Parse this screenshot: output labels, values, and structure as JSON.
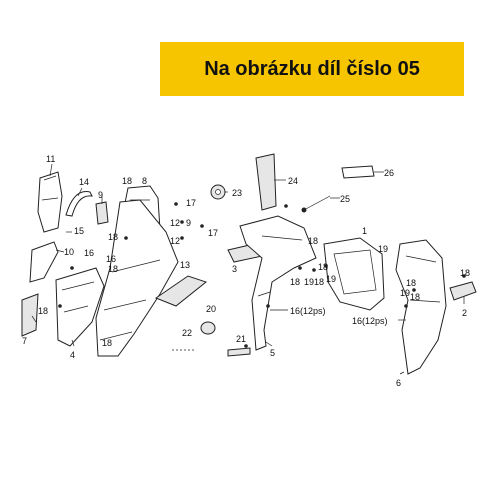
{
  "banner": {
    "text": "Na obrázku díl číslo 05",
    "color": "#f7c400"
  },
  "callouts": [
    {
      "id": "c11",
      "text": "11"
    },
    {
      "id": "c14",
      "text": "14"
    },
    {
      "id": "c9",
      "text": "9"
    },
    {
      "id": "c18a",
      "text": "18"
    },
    {
      "id": "c8",
      "text": "8"
    },
    {
      "id": "c23",
      "text": "23"
    },
    {
      "id": "c24",
      "text": "24"
    },
    {
      "id": "c26",
      "text": "26"
    },
    {
      "id": "c25",
      "text": "25"
    },
    {
      "id": "c17a",
      "text": "17"
    },
    {
      "id": "c15",
      "text": "15"
    },
    {
      "id": "c12a",
      "text": "12"
    },
    {
      "id": "c9b",
      "text": "9"
    },
    {
      "id": "c12b",
      "text": "12"
    },
    {
      "id": "c17b",
      "text": "17"
    },
    {
      "id": "c18b",
      "text": "18"
    },
    {
      "id": "c10",
      "text": "10"
    },
    {
      "id": "c16a",
      "text": "16"
    },
    {
      "id": "c16b",
      "text": "16"
    },
    {
      "id": "c18c",
      "text": "18"
    },
    {
      "id": "c13",
      "text": "13"
    },
    {
      "id": "c3",
      "text": "3"
    },
    {
      "id": "c1",
      "text": "1"
    },
    {
      "id": "c18d",
      "text": "18"
    },
    {
      "id": "c19a",
      "text": "19"
    },
    {
      "id": "c18e",
      "text": "18"
    },
    {
      "id": "c19b",
      "text": "19"
    },
    {
      "id": "c18f",
      "text": "18"
    },
    {
      "id": "c19c",
      "text": "19"
    },
    {
      "id": "c18g",
      "text": "18"
    },
    {
      "id": "c18h",
      "text": "18"
    },
    {
      "id": "c19d",
      "text": "19"
    },
    {
      "id": "c18i",
      "text": "18"
    },
    {
      "id": "c18j",
      "text": "18"
    },
    {
      "id": "c2",
      "text": "2"
    },
    {
      "id": "c18k",
      "text": "18"
    },
    {
      "id": "c7",
      "text": "7"
    },
    {
      "id": "c18l",
      "text": "18"
    },
    {
      "id": "c4",
      "text": "4"
    },
    {
      "id": "c20",
      "text": "20"
    },
    {
      "id": "c22",
      "text": "22"
    },
    {
      "id": "c21",
      "text": "21"
    },
    {
      "id": "c16c",
      "text": "16(12ps)"
    },
    {
      "id": "c5",
      "text": "5"
    },
    {
      "id": "c16d",
      "text": "16(12ps)"
    },
    {
      "id": "c6",
      "text": "6"
    }
  ]
}
